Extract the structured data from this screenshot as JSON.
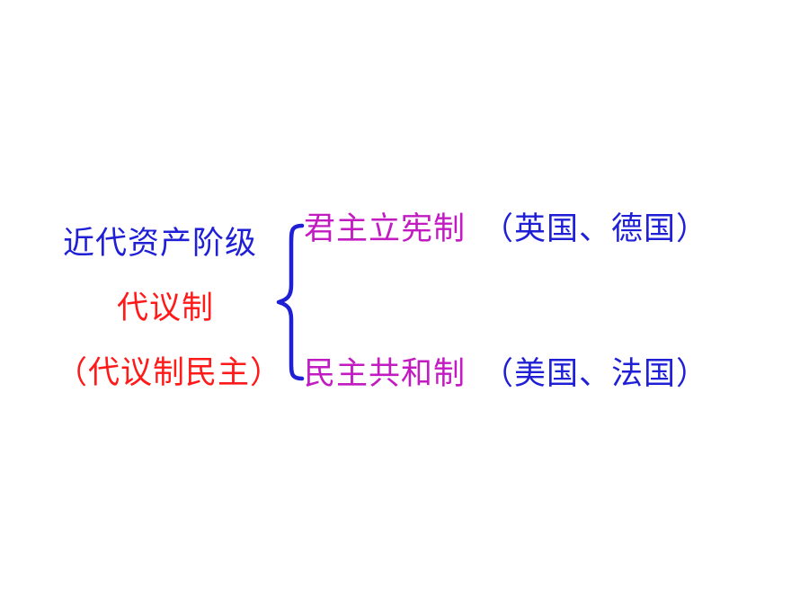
{
  "left": {
    "title": "近代资产阶级",
    "subtitle": "代议制",
    "paren_note": "（代议制民主）"
  },
  "branches": [
    {
      "name": "君主立宪制",
      "countries": "（英国、德国）"
    },
    {
      "name": "民主共和制",
      "countries": "（美国、法国）"
    }
  ],
  "colors": {
    "blue": "#1f1fd6",
    "red": "#ff1a1a",
    "magenta": "#c21bc2"
  }
}
